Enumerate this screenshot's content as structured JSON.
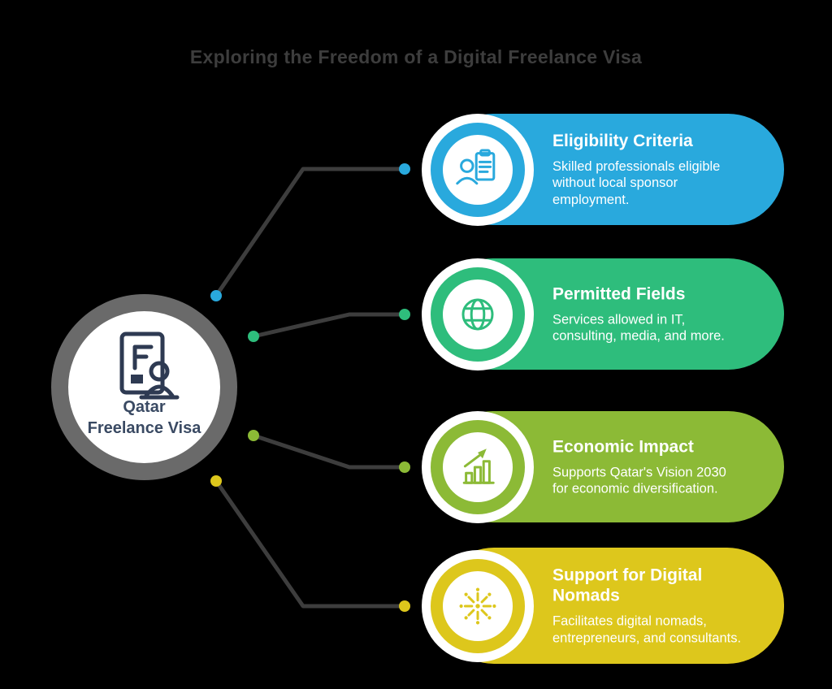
{
  "title": "Exploring the Freedom of a Digital Freelance Visa",
  "center": {
    "icon": "visa-document-icon",
    "label_line1": "Qatar",
    "label_line2": "Freelance Visa"
  },
  "cards": [
    {
      "heading": "Eligibility Criteria",
      "body": "Skilled professionals eligible without local sponsor employment.",
      "color": "#29a9dd",
      "icon": "person-checklist-icon"
    },
    {
      "heading": "Permitted Fields",
      "body": "Services allowed in IT, consulting, media, and more.",
      "color": "#2ebd7c",
      "icon": "globe-icon"
    },
    {
      "heading": "Economic Impact",
      "body": "Supports Qatar's Vision 2030 for economic diversification.",
      "color": "#8cba36",
      "icon": "growth-chart-icon"
    },
    {
      "heading": "Support for Digital Nomads",
      "body": "Facilitates digital nomads, entrepreneurs, and consultants.",
      "color": "#ddc71c",
      "icon": "starburst-icon"
    }
  ],
  "colors": {
    "background": "#000000",
    "title_text": "#3d3d3d",
    "connector_line": "#3d3d3d",
    "center_ring": "#6a6a6a",
    "center_text": "#3a4a63",
    "card_text": "#ffffff"
  }
}
